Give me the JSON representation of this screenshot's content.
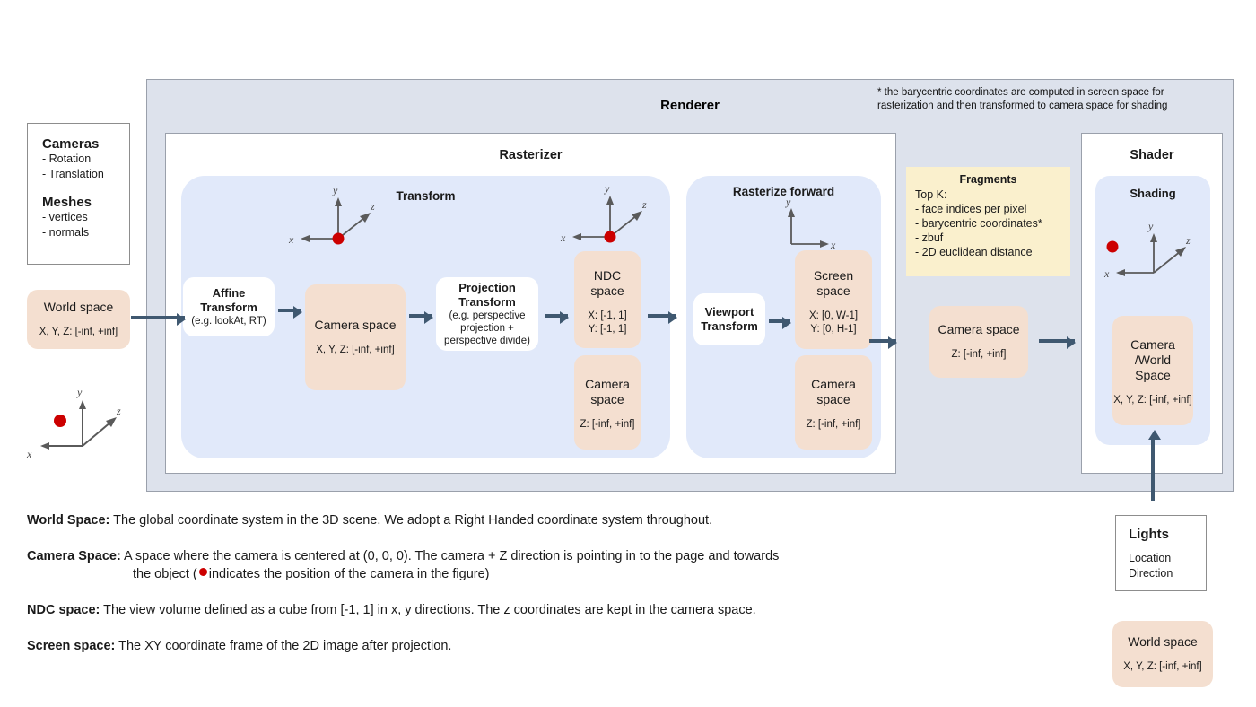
{
  "renderer": {
    "title": "Renderer",
    "footnote": "* the barycentric coordinates are computed in screen space for rasterization and then transformed to camera space for shading"
  },
  "sources": {
    "cameras_title": "Cameras",
    "cameras_items": [
      "- Rotation",
      "- Translation"
    ],
    "meshes_title": "Meshes",
    "meshes_items": [
      "- vertices",
      "- normals"
    ]
  },
  "world_space_left": {
    "title": "World space",
    "range": "X, Y, Z: [-inf, +inf]"
  },
  "rasterizer": {
    "title": "Rasterizer",
    "transform": {
      "title": "Transform",
      "affine": {
        "title_line1": "Affine",
        "title_line2": "Transform",
        "sub": "(e.g. lookAt, RT)"
      },
      "camera_space": {
        "title": "Camera space",
        "range": "X, Y, Z: [-inf, +inf]"
      },
      "projection": {
        "title_line1": "Projection",
        "title_line2": "Transform",
        "sub_line1": "(e.g. perspective",
        "sub_line2": "projection +",
        "sub_line3": "perspective divide)"
      },
      "ndc": {
        "title_line1": "NDC",
        "title_line2": "space",
        "range_x": "X: [-1, 1]",
        "range_y": "Y: [-1, 1]"
      },
      "camera_space_z": {
        "title_line1": "Camera",
        "title_line2": "space",
        "range": "Z: [-inf, +inf]"
      }
    },
    "rasterize_forward": {
      "title": "Rasterize forward",
      "viewport": {
        "title_line1": "Viewport",
        "title_line2": "Transform"
      },
      "screen_space": {
        "title_line1": "Screen",
        "title_line2": "space",
        "range_x": "X: [0, W-1]",
        "range_y": "Y: [0,  H-1]"
      },
      "camera_space_z": {
        "title_line1": "Camera",
        "title_line2": "space",
        "range": "Z: [-inf, +inf]"
      }
    }
  },
  "fragments": {
    "title": "Fragments",
    "lead": "Top K:",
    "items": [
      "- face indices per pixel",
      "- barycentric coordinates*",
      "- zbuf",
      "- 2D euclidean distance"
    ]
  },
  "camera_space_mid": {
    "title": "Camera space",
    "range": "Z: [-inf, +inf]"
  },
  "shader": {
    "title": "Shader",
    "shading_title": "Shading",
    "camera_world": {
      "title_line1": "Camera",
      "title_line2": "/World",
      "title_line3": "Space",
      "range": "X, Y, Z: [-inf, +inf]"
    }
  },
  "lights": {
    "title": "Lights",
    "items": [
      "Location",
      "Direction"
    ]
  },
  "world_space_right": {
    "title": "World space",
    "range": "X, Y, Z: [-inf, +inf]"
  },
  "axes": {
    "x": "x",
    "y": "y",
    "z": "z"
  },
  "legend": [
    {
      "term": "World Space:",
      "text": "The global coordinate system in the 3D scene. We adopt a Right Handed coordinate system throughout."
    },
    {
      "term": "Camera Space:",
      "text": "A space where the camera is centered at (0, 0, 0). The camera + Z direction is pointing in to the page and towards",
      "cont_pre": "the object (",
      "cont_post": "indicates the position of the camera in the figure)"
    },
    {
      "term": "NDC space:",
      "text": "The view volume defined as a cube from [-1, 1] in x, y directions. The z coordinates are kept in the camera space."
    },
    {
      "term": "Screen space:",
      "text": "The XY coordinate frame of the 2D image after projection."
    }
  ],
  "colors": {
    "peach": "#F4DFD0",
    "light_blue": "#E1E9FA",
    "renderer_gray": "#DDE2EC",
    "fragments_yellow": "#FAF0CD",
    "arrow": "#3F5870",
    "camera_dot": "#CC0000"
  }
}
